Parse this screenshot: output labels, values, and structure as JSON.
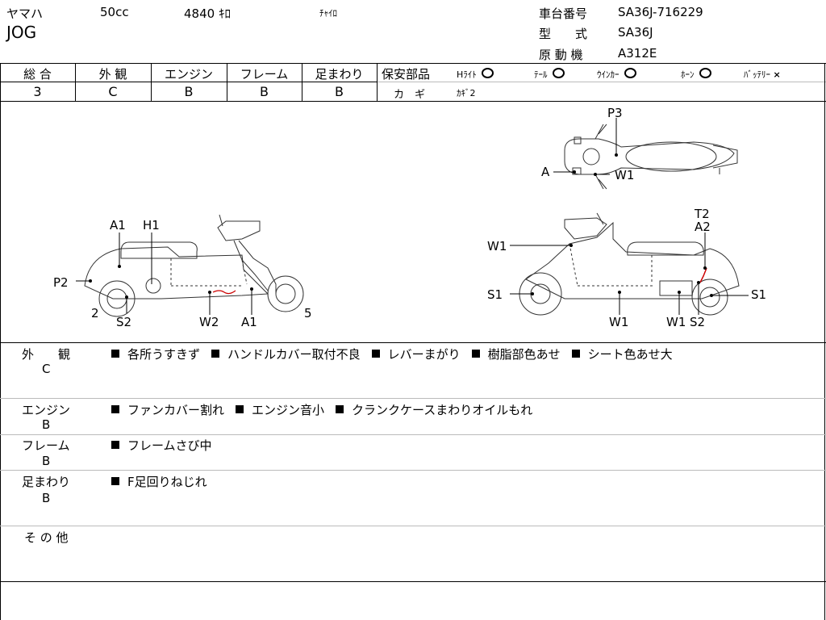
{
  "header": {
    "maker": "ヤマハ",
    "displacement": "50cc",
    "mileage": "4840 ｷﾛ",
    "color": "ﾁｬｲﾛ",
    "model": "JOG",
    "frame_no_label": "車台番号",
    "frame_no": "SA36J-716229",
    "type_label": "型　　式",
    "type": "SA36J",
    "engine_label": "原 動 機",
    "engine": "A312E"
  },
  "grades": [
    {
      "label": "総 合",
      "value": "3"
    },
    {
      "label": "外 観",
      "value": "C"
    },
    {
      "label": "エンジン",
      "value": "B"
    },
    {
      "label": "フレーム",
      "value": "B"
    },
    {
      "label": "足まわり",
      "value": "B"
    }
  ],
  "safety": {
    "title": "保安部品",
    "items": [
      {
        "label": "Hﾗｲﾄ",
        "mark": "circle"
      },
      {
        "label": "ﾃｰﾙ",
        "mark": "circle"
      },
      {
        "label": "ｳｲﾝｶｰ",
        "mark": "circle"
      },
      {
        "label": "ﾎｰﾝ",
        "mark": "circle"
      },
      {
        "label": "ﾊﾞｯﾃﾘｰ",
        "mark": "×"
      }
    ],
    "key_label": "カ　ギ",
    "key_value": "ｶｷﾞ2"
  },
  "diagram": {
    "top_labels": {
      "p3": "P3",
      "a": "A",
      "w1": "W1"
    },
    "left_labels": {
      "a1": "A1",
      "h1": "H1",
      "p2": "P2",
      "n2": "2",
      "s2": "S2",
      "w2": "W2",
      "a1b": "A1",
      "n5": "5"
    },
    "right_labels": {
      "t2": "T2",
      "a2": "A2",
      "w1a": "W1",
      "s1a": "S1",
      "s1b": "S1",
      "w1b": "W1",
      "w1c": "W1",
      "s2": "S2"
    }
  },
  "remarks": [
    {
      "category": "外　　観",
      "grade": "C",
      "items": [
        "各所うすきず",
        "ハンドルカバー取付不良",
        "レバーまがり",
        "樹脂部色あせ",
        "シート色あせ大"
      ]
    },
    {
      "category": "エンジン",
      "grade": "B",
      "items": [
        "ファンカバー割れ",
        "エンジン音小",
        "クランクケースまわりオイルもれ"
      ]
    },
    {
      "category": "フレーム",
      "grade": "B",
      "items": [
        "フレームさび中"
      ]
    },
    {
      "category": "足まわり",
      "grade": "B",
      "items": [
        "F足回りねじれ"
      ]
    },
    {
      "category": "そ の 他",
      "grade": "",
      "items": []
    }
  ]
}
